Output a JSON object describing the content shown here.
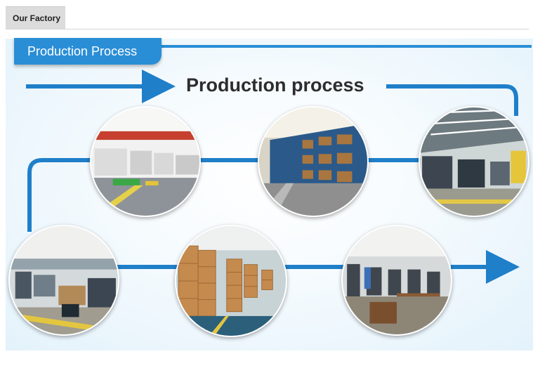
{
  "tab": {
    "label": "Our Factory"
  },
  "banner": {
    "label": "Production Process"
  },
  "diagram": {
    "title": "Production process",
    "accent_color": "#2a8ed6",
    "steps": [
      "assembly-line-photo",
      "warehouse-racks-photo",
      "cnc-workshop-photo",
      "assembly-floor-photo",
      "carton-stock-photo",
      "milling-machines-photo"
    ]
  }
}
